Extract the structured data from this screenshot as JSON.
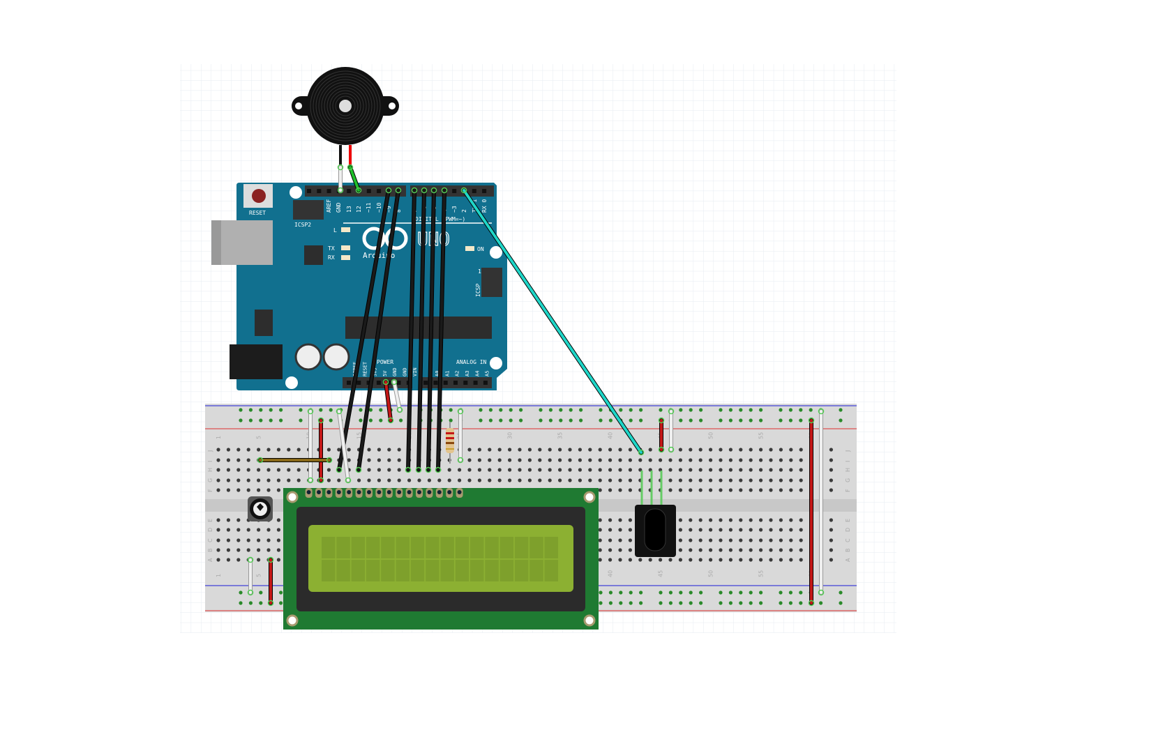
{
  "colors": {
    "arduino_board": "#11708f",
    "breadboard": "#d9d9d9",
    "lcd_pcb": "#1f7a32",
    "lcd_screen": "#8cb032",
    "wire_black": "#1a1a1a",
    "wire_red": "#c41818",
    "wire_white": "#f0f0f0",
    "wire_cyan": "#1fd6c8",
    "wire_green": "#1fbf2a",
    "wire_brown": "#8a6a1a",
    "rail_red": "#e03030",
    "rail_blue": "#5a5ad8"
  },
  "components": {
    "buzzer": {
      "icon": "piezo-buzzer-icon"
    },
    "arduino": {
      "reset": "RESET",
      "icsp2": "ICSP2",
      "icsp": "ICSP",
      "icsp_pin1": "1",
      "logo": "Arduino",
      "model": "UNO",
      "digital_label": "DIGITAL (PWM=~)",
      "led_l": "L",
      "led_tx": "TX",
      "led_rx": "RX",
      "led_on": "ON",
      "power_label": "POWER",
      "analog_label": "ANALOG IN",
      "digital_pins": [
        "AREF",
        "GND",
        "13",
        "12",
        "~11",
        "~10",
        "~9",
        "8",
        "7",
        "~6",
        "~5",
        "4",
        "~3",
        "2",
        "TX 1",
        "RX 0"
      ],
      "power_pins": [
        "IOREF",
        "RESET",
        "3V3",
        "5V",
        "GND",
        "GND",
        "VIN"
      ],
      "analog_pins": [
        "A0",
        "A1",
        "A2",
        "A3",
        "A4",
        "A5"
      ]
    },
    "breadboard": {
      "row_letters_top": [
        "J",
        "I",
        "H",
        "G",
        "F"
      ],
      "row_letters_bottom": [
        "E",
        "D",
        "C",
        "B",
        "A"
      ],
      "column_numbers": [
        "1",
        "5",
        "10",
        "15",
        "20",
        "25",
        "30",
        "35",
        "40",
        "45",
        "50",
        "55",
        "60"
      ]
    },
    "lcd": {
      "type": "16x2"
    },
    "ir_receiver": {
      "icon": "ir-receiver-icon"
    },
    "potentiometer": {
      "icon": "trimmer-potentiometer-icon"
    },
    "resistor": {
      "icon": "resistor-icon"
    }
  }
}
